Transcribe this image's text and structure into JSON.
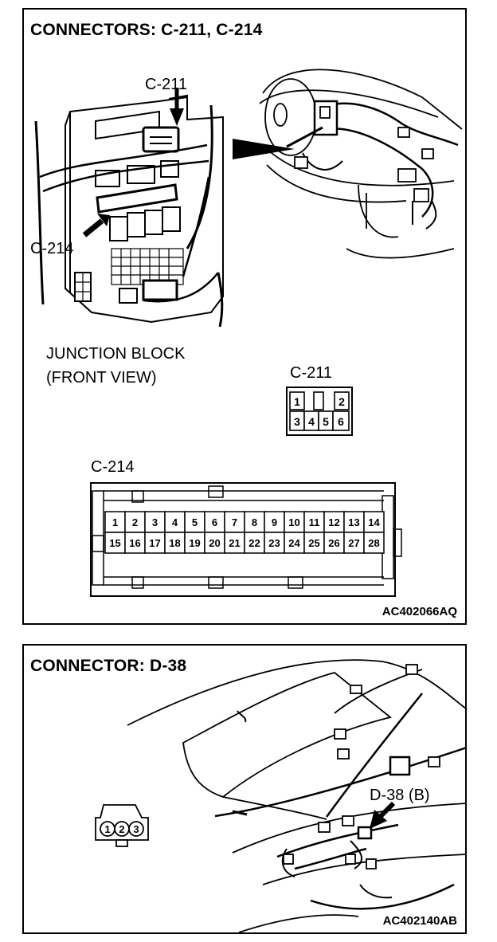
{
  "panel1": {
    "title": "CONNECTORS: C-211, C-214",
    "callout_c211": "C-211",
    "callout_c214": "C-214",
    "jb_line1": "JUNCTION BLOCK",
    "jb_line2": "(FRONT VIEW)",
    "c211_label": "C-211",
    "c211_pins": [
      "1",
      "2",
      "3",
      "4",
      "5",
      "6"
    ],
    "c214_label": "C-214",
    "c214_pins_top": [
      "1",
      "2",
      "3",
      "4",
      "5",
      "6",
      "7",
      "8",
      "9",
      "10",
      "11",
      "12",
      "13",
      "14"
    ],
    "c214_pins_bottom": [
      "15",
      "16",
      "17",
      "18",
      "19",
      "20",
      "21",
      "22",
      "23",
      "24",
      "25",
      "26",
      "27",
      "28"
    ],
    "figure_code": "AC402066AQ"
  },
  "panel2": {
    "title": "CONNECTOR: D-38",
    "d38_pins": [
      "1",
      "2",
      "3"
    ],
    "callout_d38": "D-38 (B)",
    "figure_code": "AC402140AB"
  }
}
